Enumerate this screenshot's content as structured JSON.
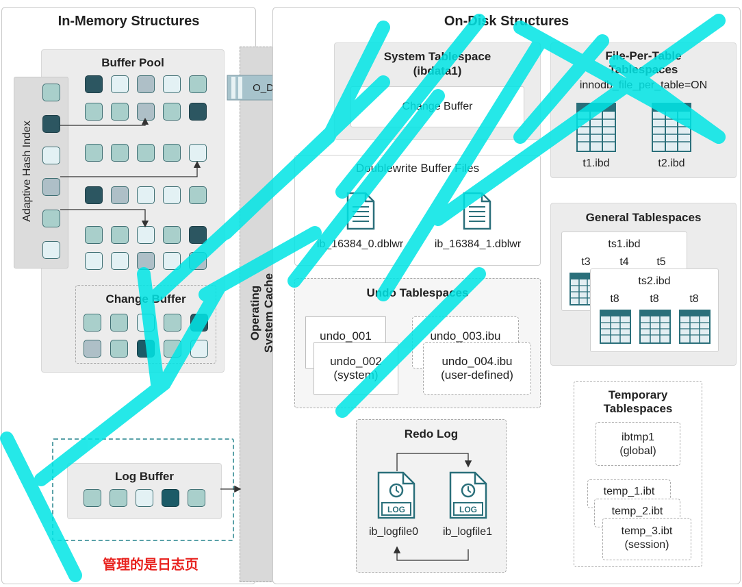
{
  "in_memory": {
    "title": "In-Memory Structures",
    "buffer_pool": "Buffer Pool",
    "adaptive_hash_index": "Adaptive Hash Index",
    "change_buffer": "Change Buffer",
    "log_buffer": "Log Buffer",
    "log_note": "管理的是日志页",
    "note_color": "#e8231f",
    "bp_rows": [
      [
        2,
        1,
        3,
        1,
        0
      ],
      [
        0,
        0,
        3,
        0,
        2
      ],
      [
        0,
        0,
        0,
        0,
        1
      ],
      [
        2,
        3,
        1,
        1,
        0
      ],
      [
        0,
        0,
        1,
        0,
        2
      ],
      [
        1,
        1,
        3,
        1,
        3
      ]
    ],
    "ahi_cells": [
      0,
      2,
      1,
      3,
      0,
      1
    ],
    "cb_rows": [
      [
        0,
        0,
        1,
        0,
        2
      ],
      [
        3,
        0,
        4,
        0,
        1
      ]
    ],
    "lb_cells": [
      0,
      0,
      1,
      4,
      0
    ]
  },
  "os_cache": {
    "label_line1": "Operating",
    "label_line2": "System Cache",
    "o_direct": "O_DIRECT"
  },
  "on_disk": {
    "title": "On-Disk Structures",
    "system_ts_line1": "System Tablespace",
    "system_ts_line2": "(ibdata1)",
    "change_buffer": "Change Buffer",
    "file_per_table_line1": "File-Per-Table",
    "file_per_table_line2": "Tablespaces",
    "file_per_table_opt": "innodb_file_per_table=ON",
    "t1": "t1.ibd",
    "t2": "t2.ibd",
    "doublewrite_title": "Doublewrite Buffer Files",
    "dblwr0": "ib_16384_0.dblwr",
    "dblwr1": "ib_16384_1.dblwr",
    "general_title": "General Tablespaces",
    "ts1": "ts1.ibd",
    "ts1_tables": [
      "t3",
      "t4",
      "t5"
    ],
    "ts2": "ts2.ibd",
    "ts2_tables": [
      "t8",
      "t8",
      "t8"
    ],
    "undo_title": "Undo Tablespaces",
    "undo_001": "undo_001",
    "undo_002": "undo_002",
    "undo_002_sub": "(system)",
    "undo_003": "undo_003.ibu",
    "undo_004": "undo_004.ibu",
    "undo_004_sub": "(user-defined)",
    "temp_title_line1": "Temporary",
    "temp_title_line2": "Tablespaces",
    "ibtmp1": "ibtmp1",
    "ibtmp1_sub": "(global)",
    "temp1": "temp_1.ibt",
    "temp2": "temp_2.ibt",
    "temp3": "temp_3.ibt",
    "temp3_sub": "(session)",
    "redo_title": "Redo Log",
    "log_icon_text": "LOG",
    "logfile0": "ib_logfile0",
    "logfile1": "ib_logfile1"
  },
  "colors": {
    "accent": "#2a6f7a",
    "arrow_fill": "#a7c3cc",
    "watermark": "#00e5e5"
  }
}
